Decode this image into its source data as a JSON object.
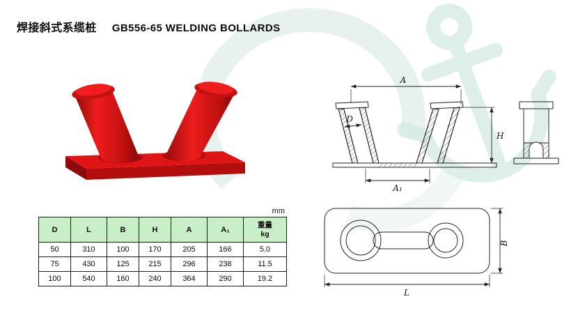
{
  "page": {
    "title_cn": "焊接斜式系缆桩",
    "title_en": "GB556-65 WELDING BOLLARDS"
  },
  "colors": {
    "bollard_red": "#d41111",
    "table_header_green": "#c8efc8",
    "watermark_teal": "#d6ebe6"
  },
  "spec_table": {
    "units": "mm",
    "headers": {
      "d": "D",
      "l": "L",
      "b": "B",
      "h": "H",
      "a": "A",
      "a1": "A₁",
      "weight_line1": "重量",
      "weight_line2": "kg"
    },
    "rows": [
      [
        "50",
        "310",
        "100",
        "170",
        "205",
        "166",
        "5.0"
      ],
      [
        "75",
        "430",
        "125",
        "215",
        "296",
        "238",
        "11.5"
      ],
      [
        "100",
        "540",
        "160",
        "240",
        "364",
        "290",
        "19.2"
      ]
    ]
  },
  "drawings": {
    "front_view": {
      "dim_a": "A",
      "dim_a1": "A₁",
      "dim_d": "D",
      "dim_h": "H"
    },
    "top_view": {
      "dim_b": "B",
      "dim_l": "L"
    }
  },
  "icons": {
    "watermark": "anchor-logo-watermark",
    "photo": "red-welding-bollard-illustration"
  }
}
